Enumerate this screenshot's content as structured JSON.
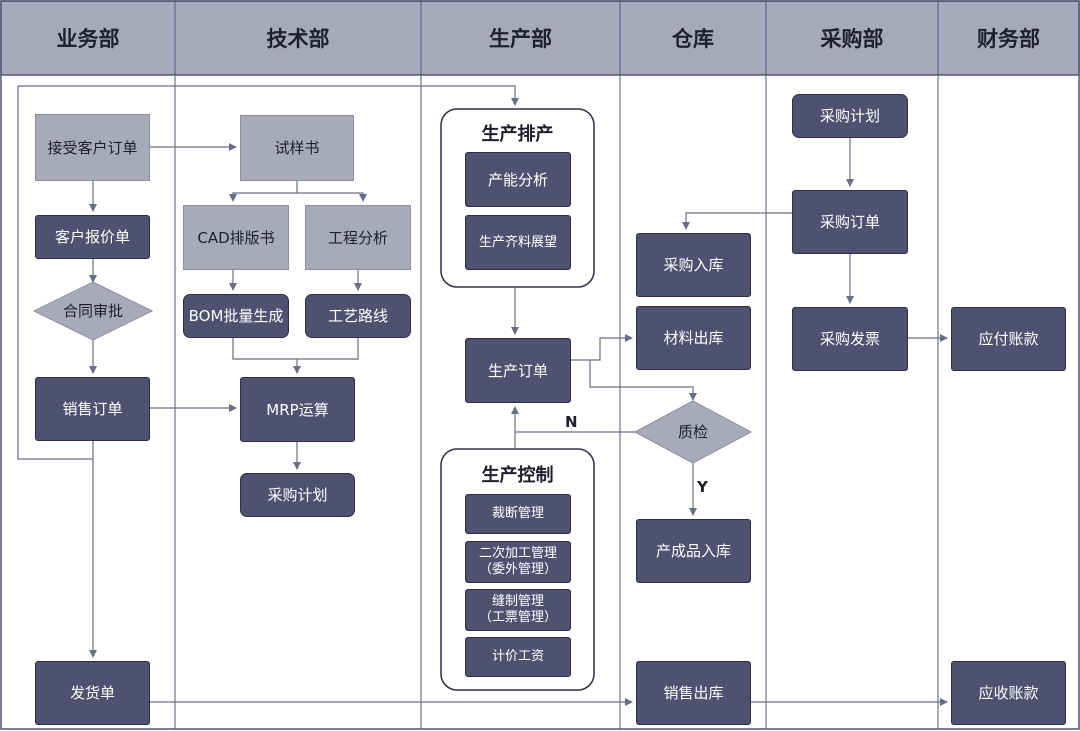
{
  "lanes": [
    "业务部",
    "技术部",
    "生产部",
    "仓库",
    "采购部",
    "财务部"
  ],
  "groups": {
    "schedule_title": "生产排产",
    "control_title": "生产控制"
  },
  "nodes": {
    "accept_order": "接受客户订单",
    "quote": "客户报价单",
    "contract": "合同审批",
    "sales_order": "销售订单",
    "delivery": "发货单",
    "sample_book": "试样书",
    "cad": "CAD排版书",
    "engineering": "工程分析",
    "bom": "BOM批量生成",
    "process_route": "工艺路线",
    "mrp": "MRP运算",
    "purchase_plan_tech": "采购计划",
    "capacity": "产能分析",
    "material_outlook": "生产齐料展望",
    "production_order": "生产订单",
    "cutting": "裁断管理",
    "secondary": "二次加工管理\n（委外管理）",
    "sewing": "缝制管理\n（工票管理）",
    "wages": "计价工资",
    "purchase_in": "采购入库",
    "material_out": "材料出库",
    "qc": "质检",
    "product_in": "产成品入库",
    "sales_out": "销售出库",
    "purchase_plan": "采购计划",
    "purchase_order": "采购订单",
    "purchase_invoice": "采购发票",
    "payable": "应付账款",
    "receivable": "应收账款"
  },
  "labels": {
    "no": "N",
    "yes": "Y"
  },
  "colors": {
    "header_bg": "#a7a8b9",
    "node_dark": "#4f5171",
    "node_light": "#a9aab9",
    "line": "#6b6d86"
  }
}
